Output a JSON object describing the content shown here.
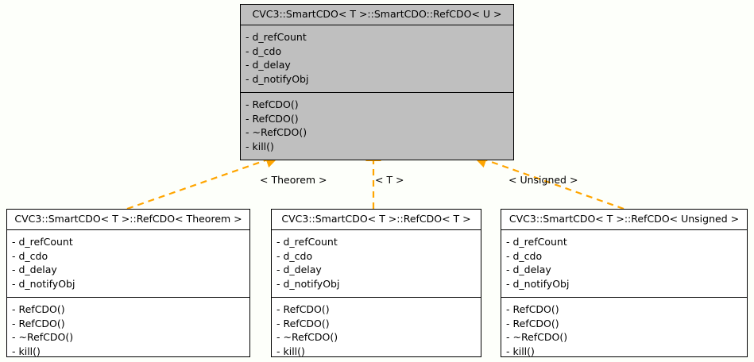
{
  "diagram": {
    "type": "uml-class-inheritance",
    "title": "CVC3::SmartCDO< T >::SmartCDO::RefCDO< U > class hierarchy",
    "background_color": "#fdfffa",
    "edge_color": "#ffa500",
    "base_fill_color": "#bfbfbf",
    "derived_fill_color": "#ffffff",
    "border_color": "#000000"
  },
  "classes": {
    "base": {
      "name": "CVC3::SmartCDO< T >::SmartCDO::RefCDO< U >",
      "attributes": [
        "- d_refCount",
        "- d_cdo",
        "- d_delay",
        "- d_notifyObj"
      ],
      "methods": [
        "- RefCDO()",
        "- RefCDO()",
        "- ~RefCDO()",
        "- kill()"
      ]
    },
    "derived_theorem": {
      "name": "CVC3::SmartCDO< T >::RefCDO< Theorem >",
      "attributes": [
        "- d_refCount",
        "- d_cdo",
        "- d_delay",
        "- d_notifyObj"
      ],
      "methods": [
        "- RefCDO()",
        "- RefCDO()",
        "- ~RefCDO()",
        "- kill()"
      ]
    },
    "derived_t": {
      "name": "CVC3::SmartCDO< T >::RefCDO< T >",
      "attributes": [
        "- d_refCount",
        "- d_cdo",
        "- d_delay",
        "- d_notifyObj"
      ],
      "methods": [
        "- RefCDO()",
        "- RefCDO()",
        "- ~RefCDO()",
        "- kill()"
      ]
    },
    "derived_unsigned": {
      "name": "CVC3::SmartCDO< T >::RefCDO< Unsigned >",
      "attributes": [
        "- d_refCount",
        "- d_cdo",
        "- d_delay",
        "- d_notifyObj"
      ],
      "methods": [
        "- RefCDO()",
        "- RefCDO()",
        "- ~RefCDO()",
        "- kill()"
      ]
    }
  },
  "edges": {
    "theorem_label": "< Theorem >",
    "t_label": "< T >",
    "unsigned_label": "< Unsigned >"
  }
}
